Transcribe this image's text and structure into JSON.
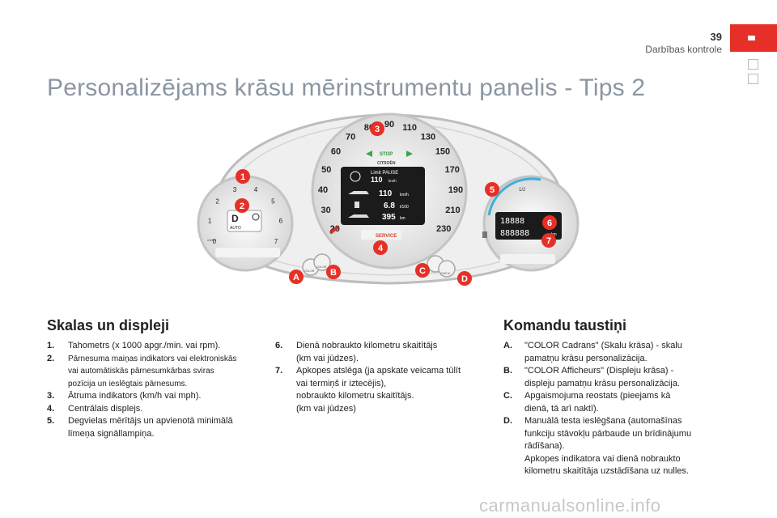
{
  "header": {
    "page_number": "39",
    "section": "Darbības kontrole",
    "title": "Personalizējams krāsu mērinstrumentu panelis - Tips 2"
  },
  "cluster": {
    "tacho_ticks": [
      "0",
      "1",
      "2",
      "3",
      "4",
      "5",
      "6",
      "7"
    ],
    "tacho_unit": "x1000",
    "gear_label": "D",
    "gear_mode": "AUTO",
    "speedo_ticks": [
      "20",
      "30",
      "40",
      "50",
      "60",
      "70",
      "80",
      "90",
      "110",
      "130",
      "150",
      "170",
      "190",
      "210",
      "230"
    ],
    "center_label": "STOP",
    "brand": "CITROËN",
    "screen": {
      "limit_label": "Limit PAUSE",
      "limit_value": "110",
      "limit_unit": "km/h",
      "row1_value": "110",
      "row1_unit": "km/h",
      "row2_value": "6.8",
      "row2_unit": "l/100",
      "row3_value": "395",
      "row3_unit": "km"
    },
    "service_label": "SERVICE",
    "right_digits_top": "18888",
    "right_digits_bottom": "888888",
    "right_unit": "km",
    "fuel_mark": "1/2",
    "button_a_label": "COLOR",
    "button_b_label": "COLOR",
    "button_d_label": "CHECK",
    "callouts": {
      "c1": "1",
      "c2": "2",
      "c3": "3",
      "c4": "4",
      "c5": "5",
      "c6": "6",
      "c7": "7",
      "ca": "A",
      "cb": "B",
      "cc": "C",
      "cd": "D"
    },
    "colors": {
      "callout": "#e63027",
      "screen": "#1b1b1b",
      "dial": "#1f1f1f"
    }
  },
  "skalas": {
    "heading": "Skalas un displeji",
    "col1": [
      {
        "num": "1.",
        "text": "Tahometrs (x 1000 apgr./min. vai rpm)."
      },
      {
        "num": "2.",
        "text": "Pārnesuma maiņas indikators vai elektroniskās\nvai automātiskās pārnesumkārbas sviras\npozīcija un ieslēgtais pārnesums."
      },
      {
        "num": "3.",
        "text": "Ātruma indikators (km/h vai mph)."
      },
      {
        "num": "4.",
        "text": "Centrālais displejs."
      },
      {
        "num": "5.",
        "text": "Degvielas mērītājs un apvienotā minimālā\nlīmeņa signāllampiņa."
      }
    ],
    "col2": [
      {
        "num": "6.",
        "text": "Dienā nobraukto kilometru skaitītājs\n(km vai jūdzes)."
      },
      {
        "num": "7.",
        "text": "Apkopes atslēga (ja apskate veicama tūlīt\nvai termiņš ir iztecējis),\nnobraukto kilometru skaitītājs.\n(km vai jūdzes)"
      }
    ]
  },
  "komandu": {
    "heading": "Komandu taustiņi",
    "items": [
      {
        "num": "A.",
        "text": "\"COLOR Cadrans\" (Skalu krāsa) - skalu\npamatņu krāsu personalizācija."
      },
      {
        "num": "B.",
        "text": "\"COLOR Afficheurs\" (Displeju krāsa) -\ndispleju pamatņu krāsu personalizācija."
      },
      {
        "num": "C.",
        "text": "Apgaismojuma reostats (pieejams kā\ndienā, tā arī naktī)."
      },
      {
        "num": "D.",
        "text": "Manuālā testa ieslēgšana (automašīnas\nfunkciju stāvokļu pārbaude un brīdinājumu\nrādīšana).\nApkopes indikatora vai dienā nobraukto\nkilometru skaitītāja uzstādīšana uz nulles."
      }
    ]
  },
  "footer": {
    "watermark": "carmanualsonline.info"
  }
}
